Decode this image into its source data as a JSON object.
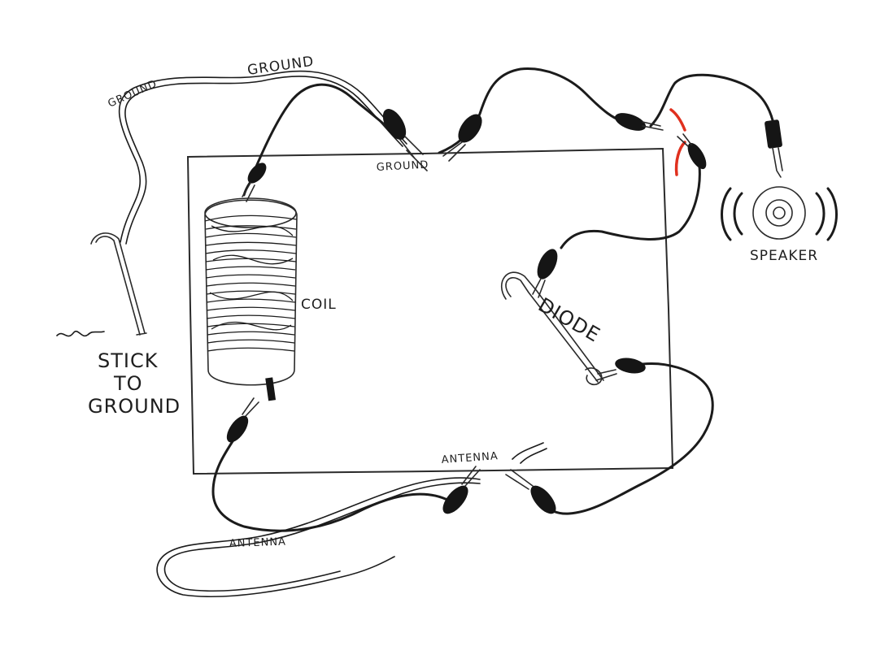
{
  "labels": {
    "ground_left": "GROUND",
    "ground_top": "GROUND",
    "ground_board": "GROUND",
    "coil": "COIL",
    "diode": "DIODE",
    "speaker": "SPEAKER",
    "antenna_board": "ANTENNA",
    "antenna_wire": "ANTENNA",
    "stick_line1": "STICK",
    "stick_line2": "TO",
    "stick_line3": "GROUND"
  },
  "colors": {
    "ink": "#1b1b1b",
    "accent": "#e0301e",
    "background": "#ffffff"
  },
  "icons": [
    "speaker-icon",
    "alligator-clip-icon",
    "ground-stake-icon",
    "headphone-plug-icon"
  ]
}
